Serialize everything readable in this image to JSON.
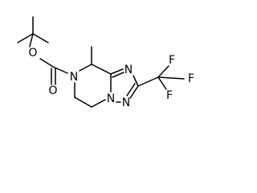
{
  "molecule": {
    "atoms": {
      "carbonyl_oxygen": "O",
      "ester_oxygen": "O",
      "ring_nitrogen_7": "N",
      "triazole_nitrogen_1": "N",
      "triazole_nitrogen_2": "N",
      "triazole_nitrogen_4": "N",
      "fluorine_1": "F",
      "fluorine_2": "F",
      "fluorine_3": "F"
    }
  }
}
